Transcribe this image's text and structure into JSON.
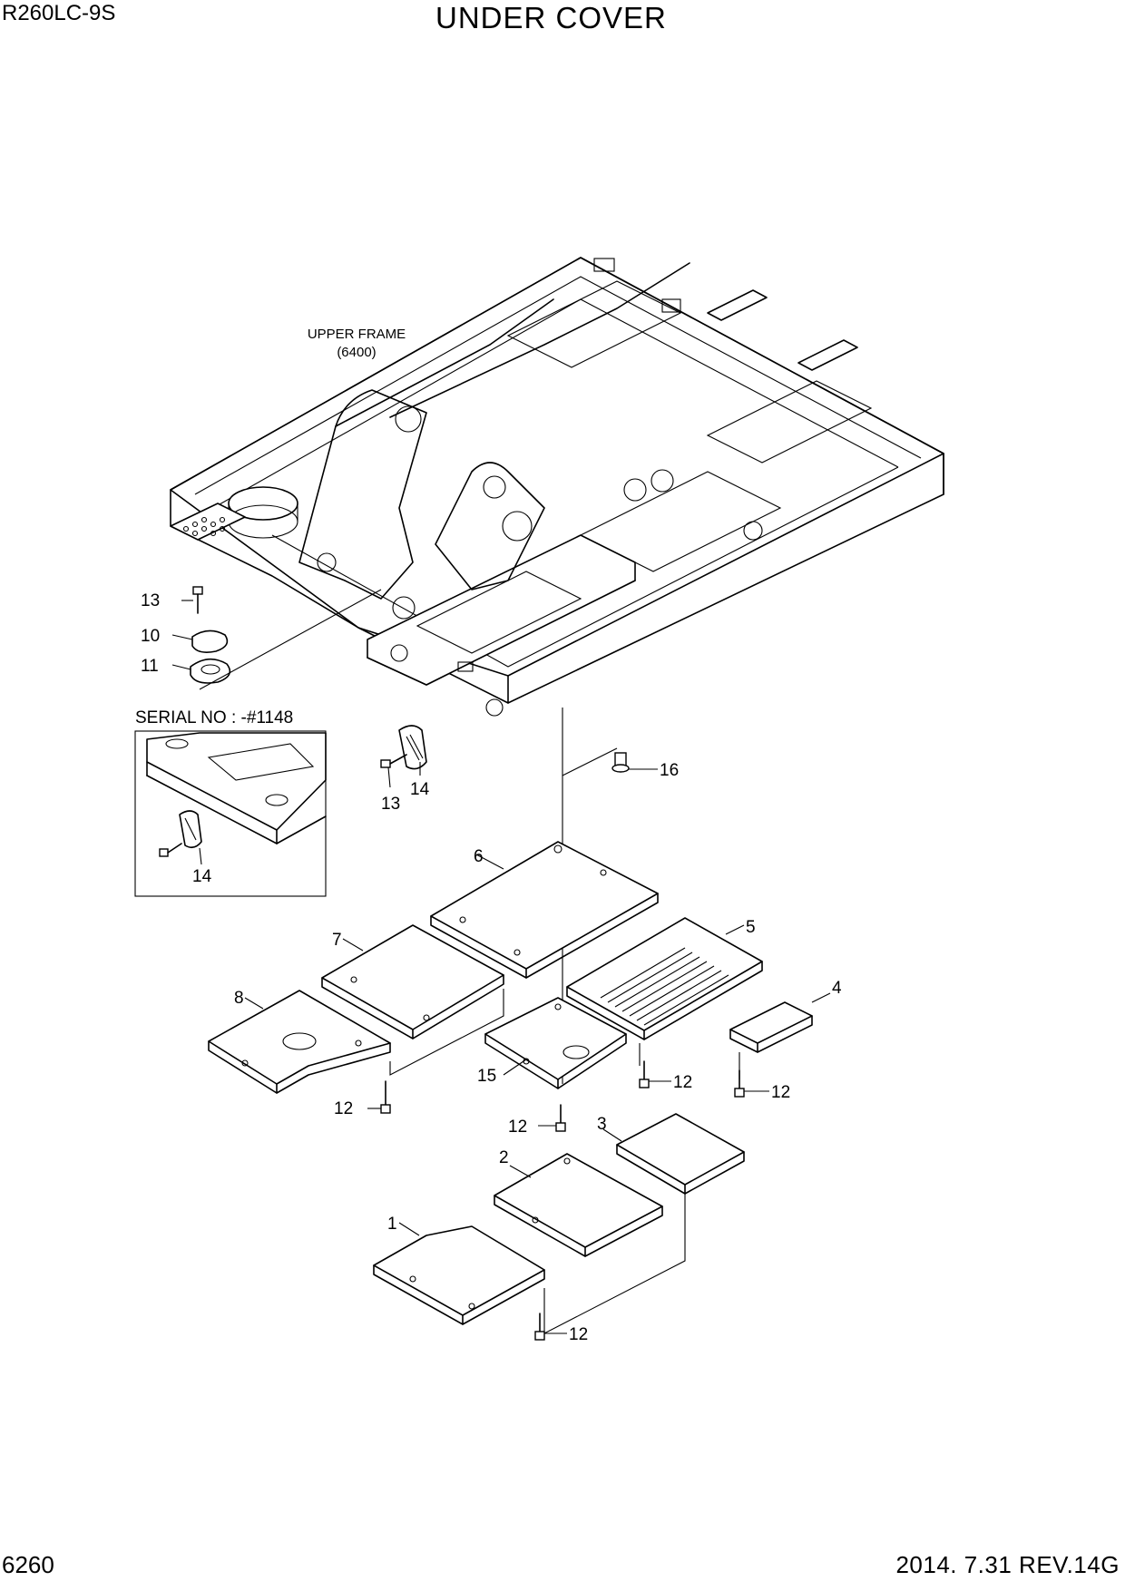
{
  "header": {
    "model": "R260LC-9S",
    "title": "UNDER COVER"
  },
  "footer": {
    "page_number": "6260",
    "revision": "2014. 7.31  REV.14G"
  },
  "diagram": {
    "upper_frame_label": "UPPER FRAME",
    "upper_frame_ref": "(6400)",
    "inset_title": "SERIAL NO : -#1148",
    "callouts": {
      "p1": "1",
      "p2": "2",
      "p3": "3",
      "p4": "4",
      "p5": "5",
      "p6": "6",
      "p7": "7",
      "p8": "8",
      "p10": "10",
      "p11": "11",
      "p13a": "13",
      "p13b": "13",
      "p14a": "14",
      "p14b": "14",
      "p15": "15",
      "p16": "16",
      "p12a": "12",
      "p12b": "12",
      "p12c": "12",
      "p12d": "12",
      "p12e": "12"
    }
  }
}
